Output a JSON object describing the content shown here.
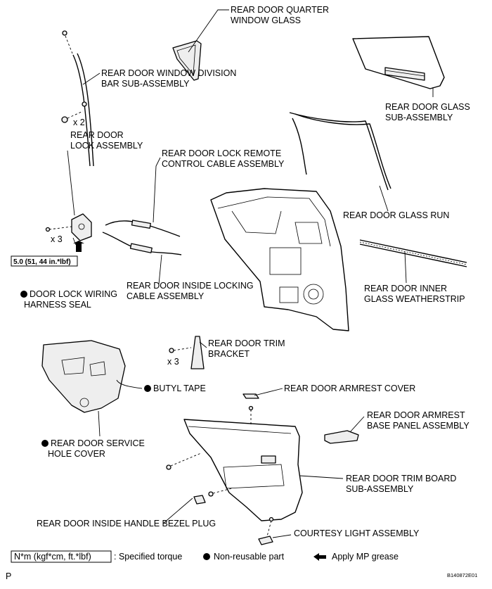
{
  "labels": {
    "quarter_glass": [
      "REAR DOOR QUARTER",
      "WINDOW GLASS"
    ],
    "division_bar": [
      "REAR DOOR WINDOW DIVISION",
      "BAR SUB-ASSEMBLY"
    ],
    "x2": "x 2",
    "lock_assembly": [
      "REAR DOOR",
      "LOCK ASSEMBLY"
    ],
    "glass_sub": [
      "REAR DOOR GLASS",
      "SUB-ASSEMBLY"
    ],
    "remote_cable": [
      "REAR DOOR LOCK REMOTE",
      "CONTROL CABLE ASSEMBLY"
    ],
    "glass_run": "REAR DOOR GLASS RUN",
    "x3_lock": "x 3",
    "torque": "5.0 (51, 44 in.*lbf)",
    "wiring_seal": [
      "DOOR LOCK WIRING",
      "HARNESS SEAL"
    ],
    "inside_locking": [
      "REAR DOOR INSIDE LOCKING",
      "CABLE ASSEMBLY"
    ],
    "inner_weatherstrip": [
      "REAR DOOR INNER",
      "GLASS WEATHERSTRIP"
    ],
    "trim_bracket": [
      "REAR DOOR TRIM",
      "BRACKET"
    ],
    "x3_bracket": "x 3",
    "butyl_tape": "BUTYL TAPE",
    "armrest_cover": "REAR DOOR ARMREST COVER",
    "armrest_base": [
      "REAR DOOR ARMREST",
      "BASE PANEL ASSEMBLY"
    ],
    "service_cover": [
      "REAR DOOR SERVICE",
      "HOLE COVER"
    ],
    "trim_board": [
      "REAR DOOR TRIM BOARD",
      "SUB-ASSEMBLY"
    ],
    "handle_bezel": "REAR DOOR INSIDE HANDLE BEZEL PLUG",
    "courtesy_light": "COURTESY LIGHT ASSEMBLY"
  },
  "legend": {
    "torque_box": "N*m (kgf*cm, ft.*lbf)",
    "torque_text": ": Specified torque",
    "nonreusable": "Non-reusable part",
    "grease": "Apply MP grease"
  },
  "footer": {
    "left": "P",
    "code": "B140872E01"
  }
}
